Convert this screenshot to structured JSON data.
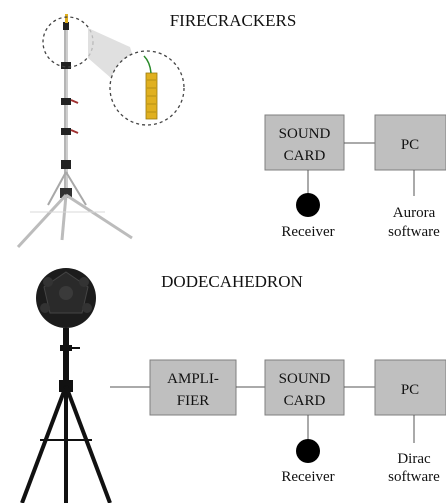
{
  "top_panel": {
    "title": "FIRECRACKERS",
    "sound_card_line1": "SOUND",
    "sound_card_line2": "CARD",
    "pc_label": "PC",
    "receiver_label": "Receiver",
    "software_line1": "Aurora",
    "software_line2": "software"
  },
  "bottom_panel": {
    "title": "DODECAHEDRON",
    "amplifier_line1": "AMPLI-",
    "amplifier_line2": "FIER",
    "sound_card_line1": "SOUND",
    "sound_card_line2": "CARD",
    "pc_label": "PC",
    "receiver_label": "Receiver",
    "software_line1": "Dirac",
    "software_line2": "software"
  },
  "colors": {
    "box_fill": "#bfbfbf",
    "box_stroke": "#7f7f7f",
    "line": "#555555",
    "tube_yellow": "#e0b020",
    "tripod_silver": "#c8c8c8"
  }
}
